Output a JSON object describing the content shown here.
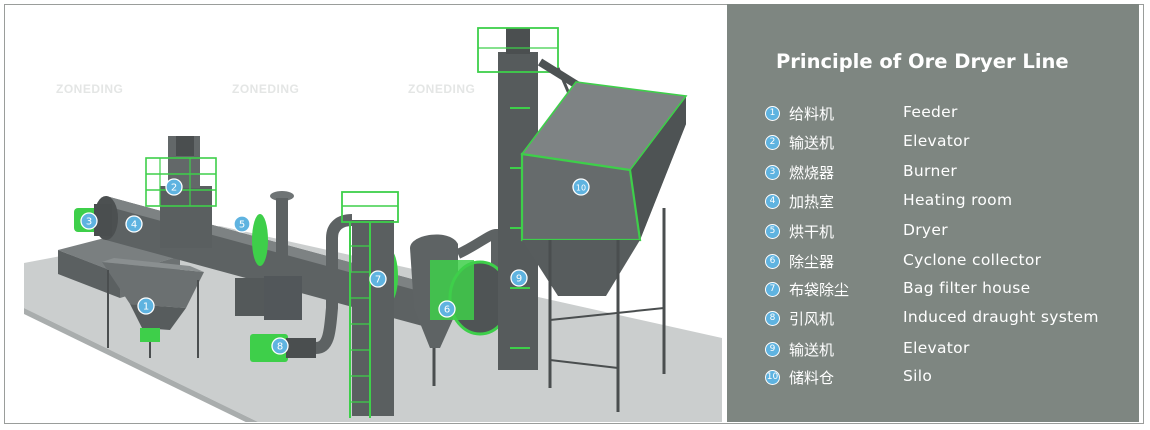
{
  "watermark": "ZONEDING",
  "panel": {
    "title": "Principle of Ore Dryer Line",
    "items": [
      {
        "number": "1",
        "cn": "给料机",
        "en": "Feeder"
      },
      {
        "number": "2",
        "cn": "输送机",
        "en": "Elevator"
      },
      {
        "number": "3",
        "cn": "燃烧器",
        "en": "Burner"
      },
      {
        "number": "4",
        "cn": "加热室",
        "en": "Heating room"
      },
      {
        "number": "5",
        "cn": "烘干机",
        "en": "Dryer"
      },
      {
        "number": "6",
        "cn": "除尘器",
        "en": "Cyclone collector"
      },
      {
        "number": "7",
        "cn": "布袋除尘",
        "en": "Bag filter house"
      },
      {
        "number": "8",
        "cn": "引风机",
        "en": "Induced draught system"
      },
      {
        "number": "9",
        "cn": "输送机",
        "en": "Elevator"
      },
      {
        "number": "10",
        "cn": "储料仓",
        "en": "Silo"
      }
    ]
  },
  "markers": [
    "1",
    "2",
    "3",
    "4",
    "5",
    "6",
    "7",
    "8",
    "9",
    "10"
  ],
  "colors": {
    "panel_bg": "#7e8681",
    "marker_blue": "#5fb3e0",
    "steel_dark": "#55595a",
    "steel_mid": "#6f7475",
    "rail_green": "#3ecf4a",
    "floor": "#c9cccc"
  }
}
